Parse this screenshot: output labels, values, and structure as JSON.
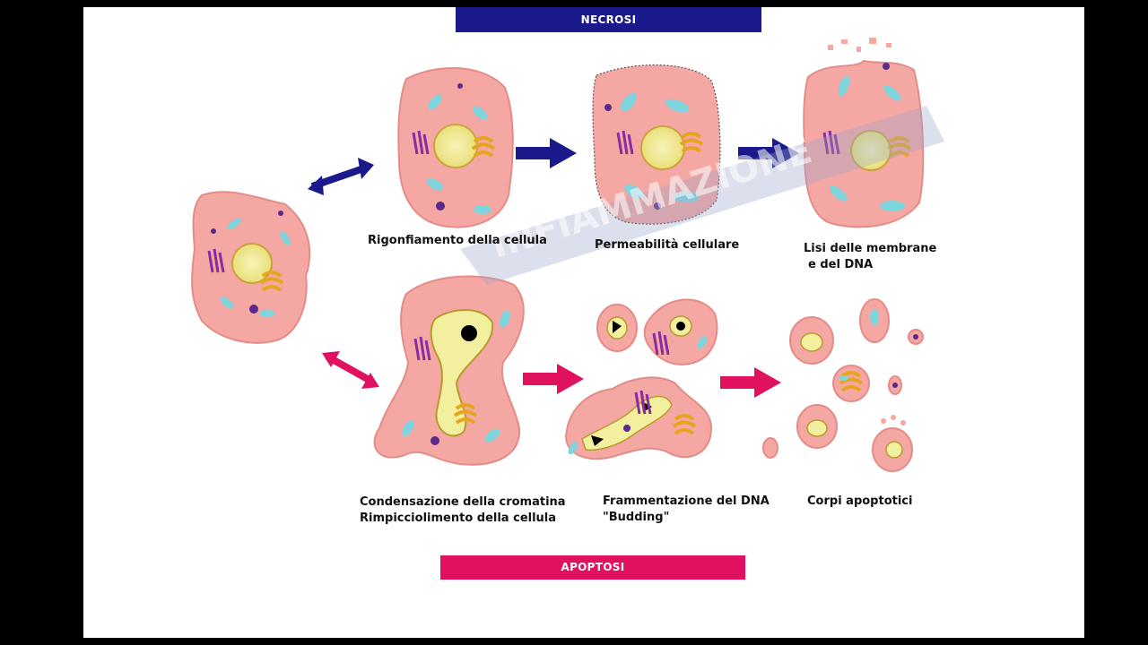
{
  "banners": {
    "necrosi": "NECROSI",
    "apoptosi": "APOPTOSI"
  },
  "captions": {
    "swelling": "Rigonfiamento della cellula",
    "permeability": "Permeabilità cellulare",
    "lysis_line1": "Lisi delle membrane",
    "lysis_line2": "e del DNA",
    "condensation_line1": "Condensazione della cromatina",
    "condensation_line2": "Rimpicciolimento della cellula",
    "fragmentation_line1": "Frammentazione del DNA",
    "fragmentation_line2": "\"Budding\"",
    "bodies": "Corpi apoptotici"
  },
  "watermark": "INFIAMMAZIONE",
  "colors": {
    "necrosi": "#1a1a8c",
    "apoptosi": "#e0125f",
    "cell": "#f4a7a3",
    "nucleus": "#f2ef9e"
  }
}
